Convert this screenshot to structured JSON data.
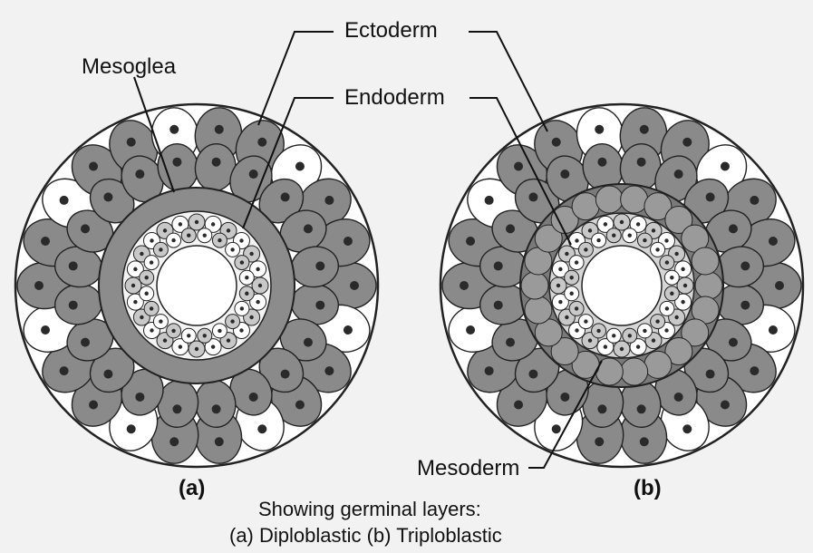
{
  "labels": {
    "ectoderm": "Ectoderm",
    "mesoglea": "Mesoglea",
    "endoderm": "Endoderm",
    "mesoderm": "Mesoderm"
  },
  "panels": {
    "a": "(a)",
    "b": "(b)"
  },
  "caption": {
    "line1": "Showing germinal layers:",
    "line2": "(a) Diploblastic (b) Triploblastic"
  },
  "colors": {
    "background": "#f2f2f2",
    "ectoderm_cell": "#8a8a8a",
    "mesoglea": "#8c8c8c",
    "mesoderm": "#7a7a7a",
    "endoderm_cell": "#c8c8c8",
    "nucleus": "#2a2a2a",
    "outline": "#222222"
  }
}
